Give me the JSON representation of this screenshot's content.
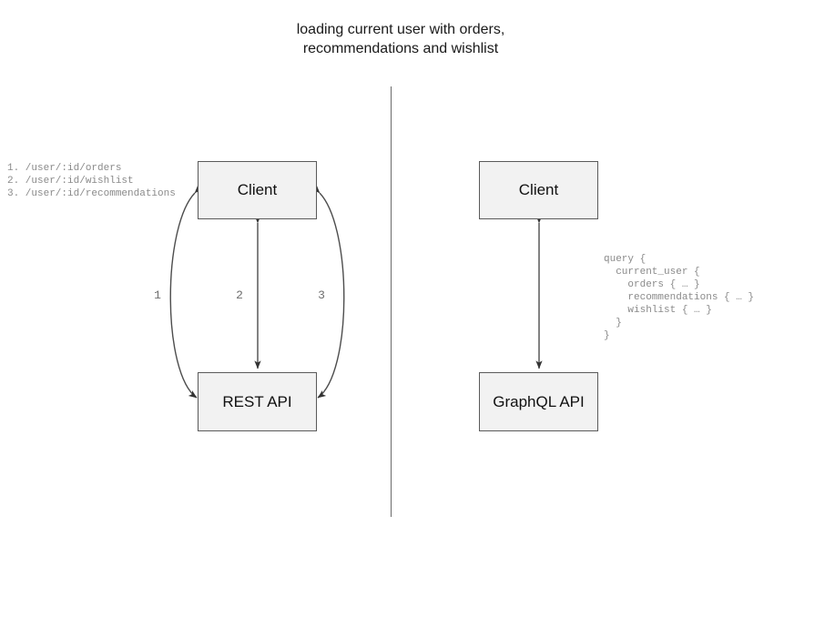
{
  "diagram": {
    "title": "loading current user with orders,\nrecommendations and wishlist",
    "divider_color": "#6b6b6b",
    "node_fill": "#f2f2f2",
    "node_border": "#5a5a5a",
    "edge_color": "#4d4d4d"
  },
  "rest_side": {
    "client_label": "Client",
    "api_label": "REST API",
    "endpoints": "1. /user/:id/orders\n2. /user/:id/wishlist\n3. /user/:id/recommendations",
    "edge_labels": [
      "1",
      "2",
      "3"
    ]
  },
  "graphql_side": {
    "client_label": "Client",
    "api_label": "GraphQL API",
    "query": "query {\n  current_user {\n    orders { … }\n    recommendations { … }\n    wishlist { … }\n  }\n}"
  }
}
